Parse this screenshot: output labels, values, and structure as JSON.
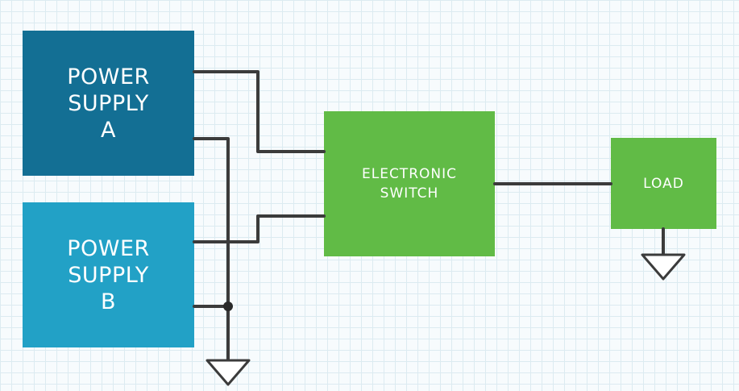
{
  "colors": {
    "power_supply_a": "#136f94",
    "power_supply_b": "#22a1c6",
    "electronic_switch": "#61bb46",
    "load": "#61bb46",
    "wire": "#3b3b3b",
    "grid": "#dcebf1"
  },
  "blocks": {
    "power_supply_a": "POWER\nSUPPLY\nA",
    "power_supply_b": "POWER\nSUPPLY\nB",
    "electronic_switch": "ELECTRONIC\nSWITCH",
    "load": "LOAD"
  },
  "symbols": {
    "ground": "ground-icon",
    "junction": "junction-dot-icon"
  }
}
